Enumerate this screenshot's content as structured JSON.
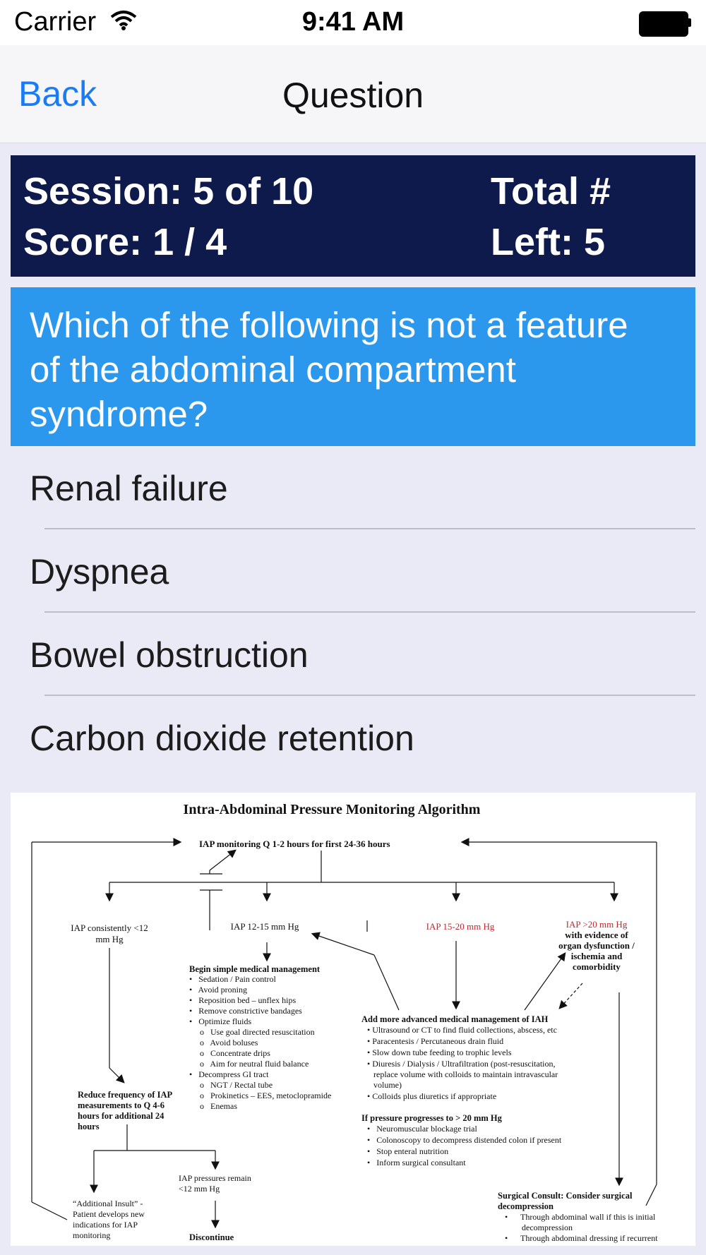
{
  "status_bar": {
    "carrier": "Carrier",
    "time": "9:41 AM"
  },
  "nav": {
    "back": "Back",
    "title": "Question"
  },
  "session": {
    "session_text": "Session: 5 of 10",
    "score_text": "Score: 1 / 4",
    "total_text": "Total #",
    "left_text": "Left: 5"
  },
  "question": {
    "lines": [
      "Which of the following is not a feature",
      "of the abdominal compartment",
      "syndrome?"
    ]
  },
  "answers": [
    "Renal failure",
    "Dyspnea",
    "Bowel obstruction",
    "Carbon dioxide retention"
  ],
  "colors": {
    "accent": "#1a7cf5",
    "session_bg": "#0e1a4c",
    "question_bg": "#2b98ee",
    "answers_bg": "#e9eaf5",
    "figure_red": "#c0272d"
  },
  "figure": {
    "title": "Intra-Abdominal Pressure Monitoring Algorithm",
    "top_box": "IAP monitoring Q 1-2 hours for first 24-36 hours",
    "col1_head": [
      "IAP consistently <12",
      "mm Hg"
    ],
    "col2_head": "IAP 12-15 mm Hg",
    "col3_head": "IAP 15-20 mm Hg",
    "col4_head": [
      "IAP >20 mm Hg",
      "with evidence of",
      "organ dysfunction /",
      "ischemia and",
      "comorbidity"
    ],
    "simple_head": "Begin simple medical management",
    "simple_items": [
      "•   Sedation / Pain control",
      "•   Avoid proning",
      "•   Reposition bed – unflex hips",
      "•   Remove constrictive bandages",
      "•   Optimize fluids",
      "     o   Use goal directed resuscitation",
      "     o   Avoid boluses",
      "     o   Concentrate drips",
      "     o   Aim for neutral fluid balance",
      "•   Decompress GI tract",
      "     o   NGT / Rectal tube",
      "     o   Prokinetics – EES, metoclopramide",
      "     o   Enemas"
    ],
    "advanced_head": "Add more advanced medical management of IAH",
    "advanced_items": [
      "• Ultrasound or CT to find fluid collections, abscess, etc",
      "• Paracentesis / Percutaneous drain fluid",
      "• Slow down tube feeding to trophic levels",
      "• Diuresis / Dialysis / Ultrafiltration (post-resuscitation,",
      "   replace volume with colloids to maintain intravascular",
      "   volume)",
      "• Colloids plus diuretics if appropriate"
    ],
    "progress_head": "If pressure progresses to > 20 mm Hg",
    "progress_items": [
      "•   Neuromuscular blockage trial",
      "•   Colonoscopy to decompress distended colon if present",
      "•   Stop enteral nutrition",
      "•   Inform surgical consultant"
    ],
    "reduce_text": [
      "Reduce frequency of IAP",
      "measurements to Q 4-6",
      "hours for additional 24",
      "hours"
    ],
    "insult_text": [
      "“Additional Insult” -",
      "Patient develops new",
      "indications for IAP",
      "monitoring"
    ],
    "remain_text": [
      "IAP pressures remain",
      "<12 mm Hg"
    ],
    "discontinue": "Discontinue",
    "surgical_head": [
      "Surgical Consult:  Consider surgical",
      "decompression"
    ],
    "surgical_items": [
      "•      Through abdominal wall if this is initial",
      "        decompression",
      "•      Through abdominal dressing if recurrent"
    ]
  }
}
